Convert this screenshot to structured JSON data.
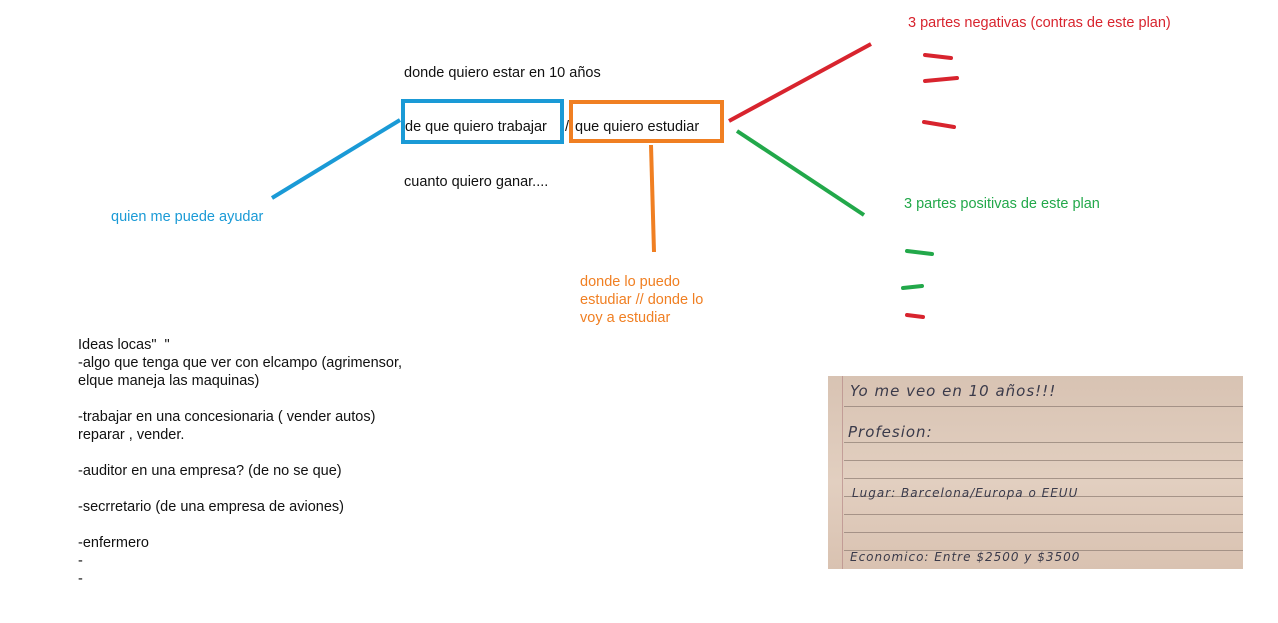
{
  "center": {
    "line1": "donde quiero estar en 10 años",
    "line2_left": "de que quiero trabajar",
    "line2_sep": "/",
    "line2_right": "que quiero estudiar",
    "line3": "cuanto quiero ganar...."
  },
  "left_label": "quien me puede ayudar",
  "bottom_label": [
    "donde lo puedo",
    "estudiar // donde lo",
    "voy a estudiar"
  ],
  "negatives_title": "3 partes negativas (contras de este plan)",
  "positives_title": "3 partes positivas de este plan",
  "notes_text": "Ideas locas\"  \"\n-algo que tenga que ver con elcampo (agrimensor,\nelque maneja las maquinas)\n\n-trabajar en una concesionaria ( vender autos)\nreparar , vender.\n\n-auditor en una empresa? (de no se que)\n\n-secrretario (de una empresa de aviones)\n\n-enfermero\n-\n-",
  "photo": {
    "line1": "Yo me veo en 10 años!!!",
    "line2": "Profesion:",
    "line3": "Lugar: Barcelona/Europa o EEUU",
    "line4": "Economico: Entre $2500 y $3500"
  },
  "colors": {
    "blue": "#1a9ad6",
    "orange": "#f07f22",
    "red": "#d8242e",
    "green": "#22a84a"
  }
}
